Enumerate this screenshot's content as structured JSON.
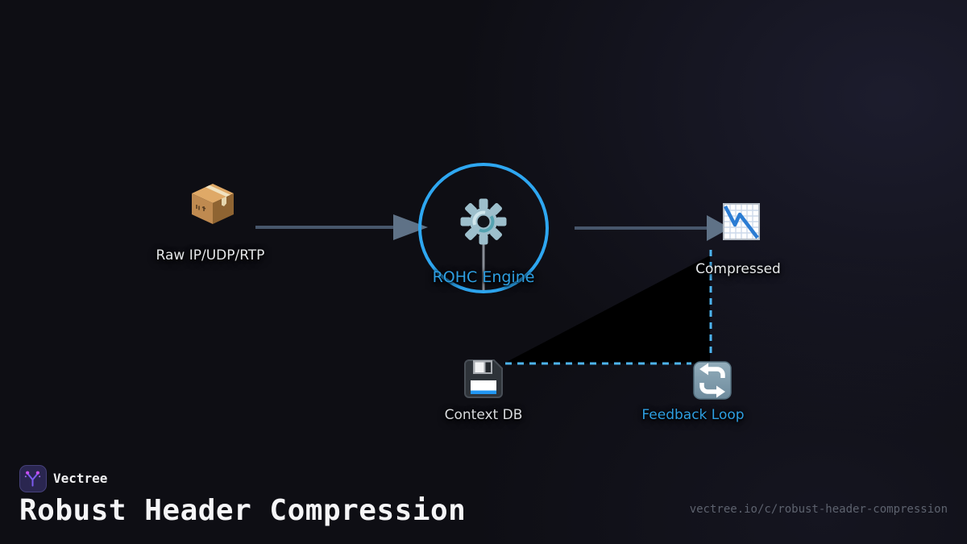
{
  "page": {
    "background_color": "#0e0e14",
    "accent_blue": "#2ea7f1",
    "dashed_line_color": "#4db4f0",
    "arrow_color": "#47566b"
  },
  "diagram": {
    "nodes": [
      {
        "id": "raw",
        "label": "Raw IP/UDP/RTP",
        "icon": "package-icon",
        "label_color": "#e6e8ea"
      },
      {
        "id": "engine",
        "label": "ROHC Engine",
        "icon": "gear-icon",
        "label_color": "#2e9fe2"
      },
      {
        "id": "compressed",
        "label": "Compressed",
        "icon": "chart-decreasing-icon",
        "label_color": "#e6e8ea"
      },
      {
        "id": "contextdb",
        "label": "Context DB",
        "icon": "floppy-disk-icon",
        "label_color": "#d9dbde"
      },
      {
        "id": "feedback",
        "label": "Feedback Loop",
        "icon": "counterclockwise-arrows-icon",
        "label_color": "#2e9fe2"
      }
    ],
    "edges": [
      {
        "from": "raw",
        "to": "engine",
        "style": "solid-arrow"
      },
      {
        "from": "engine",
        "to": "compressed",
        "style": "solid-arrow"
      },
      {
        "from": "contextdb",
        "to": "feedback",
        "style": "dashed"
      },
      {
        "from": "feedback",
        "to": "compressed",
        "style": "dashed"
      }
    ]
  },
  "footer": {
    "brand": "Vectree",
    "title": "Robust Header Compression",
    "url": "vectree.io/c/robust-header-compression"
  }
}
